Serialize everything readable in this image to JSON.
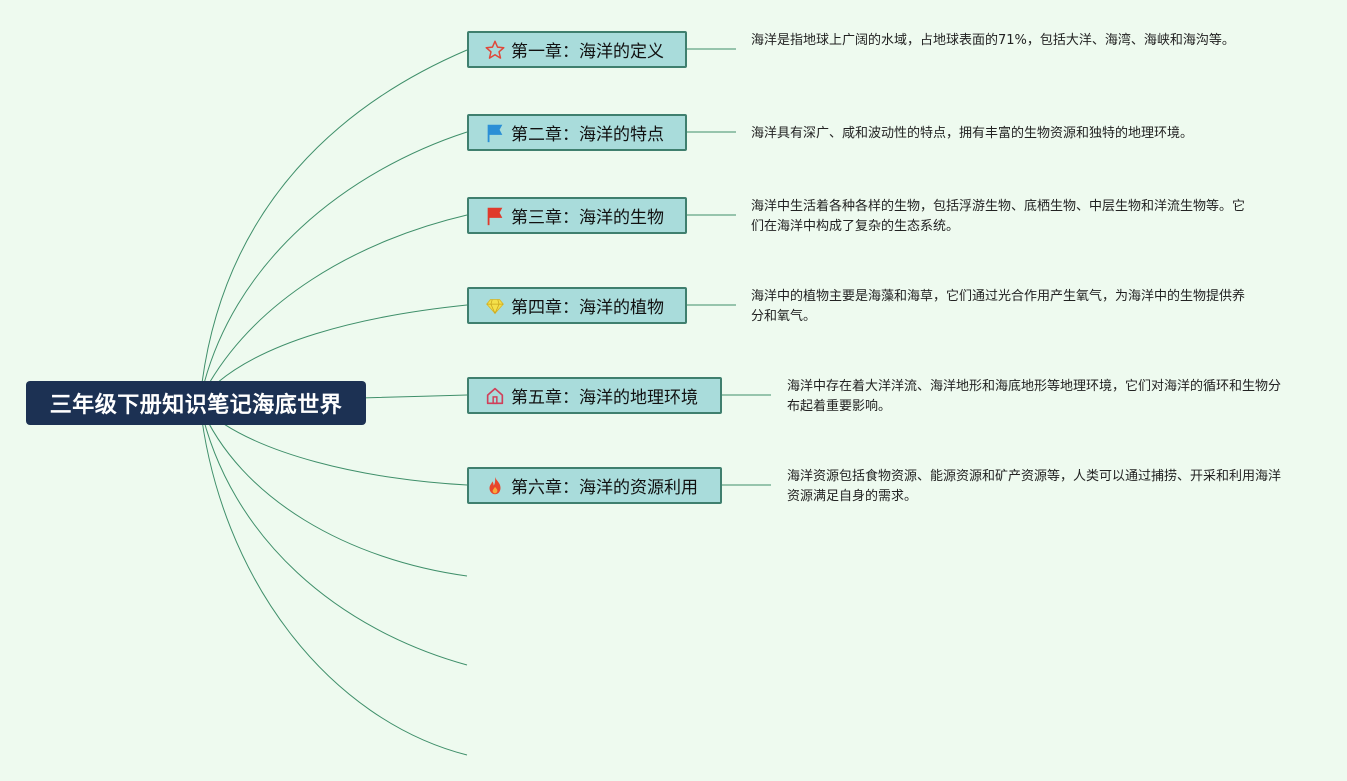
{
  "root": {
    "title": "三年级下册知识笔记海底世界"
  },
  "chapters": [
    {
      "label": "第一章：海洋的定义",
      "icon": "star-icon",
      "icon_color": "#e0473a",
      "note": "海洋是指地球上广阔的水域，占地球表面的71%，包括大洋、海湾、海峡和海沟等。"
    },
    {
      "label": "第二章：海洋的特点",
      "icon": "blue-flag-icon",
      "icon_color": "#2b8fd6",
      "note": "海洋具有深广、咸和波动性的特点，拥有丰富的生物资源和独特的地理环境。"
    },
    {
      "label": "第三章：海洋的生物",
      "icon": "red-flag-icon",
      "icon_color": "#e03a2c",
      "note": "海洋中生活着各种各样的生物，包括浮游生物、底栖生物、中层生物和洋流生物等。它们在海洋中构成了复杂的生态系统。"
    },
    {
      "label": "第四章：海洋的植物",
      "icon": "diamond-icon",
      "icon_color": "#f4e04a",
      "note": "海洋中的植物主要是海藻和海草，它们通过光合作用产生氧气，为海洋中的生物提供养分和氧气。"
    },
    {
      "label": "第五章：海洋的地理环境",
      "icon": "home-icon",
      "icon_color": "#d0405a",
      "note": "海洋中存在着大洋洋流、海洋地形和海底地形等地理环境，它们对海洋的循环和生物分布起着重要影响。"
    },
    {
      "label": "第六章：海洋的资源利用",
      "icon": "fire-icon",
      "icon_color": "#e8462c",
      "note": "海洋资源包括食物资源、能源资源和矿产资源等，人类可以通过捕捞、开采和利用海洋资源满足自身的需求。"
    }
  ],
  "colors": {
    "background": "#eefaef",
    "root_fill": "#1c3153",
    "topic_fill": "#a9dcdb",
    "topic_border": "#3f7f6e",
    "line": "#3f8f6a"
  }
}
